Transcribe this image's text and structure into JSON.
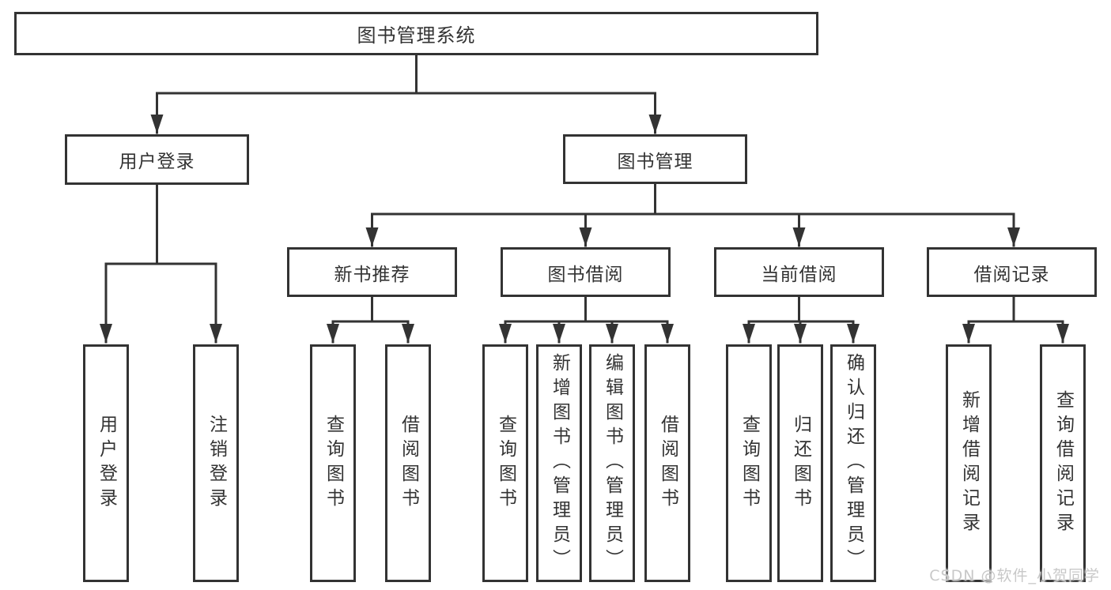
{
  "watermark": "CSDN @软件_小贺同学",
  "colors": {
    "stroke": "#333333",
    "text": "#333333",
    "background": "#ffffff",
    "watermark": "#c8c8c8"
  },
  "tree": {
    "label": "图书管理系统",
    "children": [
      {
        "label": "用户登录",
        "children": [
          {
            "label": "用户登录"
          },
          {
            "label": "注销登录"
          }
        ]
      },
      {
        "label": "图书管理",
        "children": [
          {
            "label": "新书推荐",
            "children": [
              {
                "label": "查询图书"
              },
              {
                "label": "借阅图书"
              }
            ]
          },
          {
            "label": "图书借阅",
            "children": [
              {
                "label": "查询图书"
              },
              {
                "label": "新增图书（管理员）"
              },
              {
                "label": "编辑图书（管理员）"
              },
              {
                "label": "借阅图书"
              }
            ]
          },
          {
            "label": "当前借阅",
            "children": [
              {
                "label": "查询图书"
              },
              {
                "label": "归还图书"
              },
              {
                "label": "确认归还（管理员）"
              }
            ]
          },
          {
            "label": "借阅记录",
            "children": [
              {
                "label": "新增借阅记录"
              },
              {
                "label": "查询借阅记录"
              }
            ]
          }
        ]
      }
    ]
  }
}
